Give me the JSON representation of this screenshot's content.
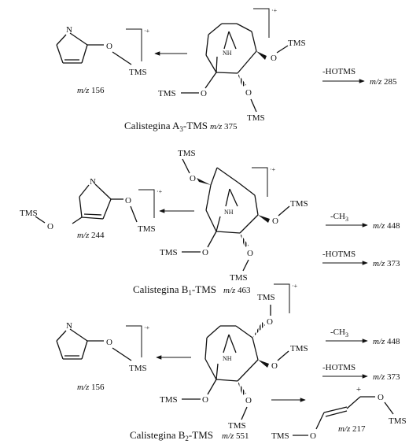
{
  "atoms": {
    "N": "N",
    "O": "O",
    "NH": "NH",
    "TMS": "TMS",
    "plus": "+",
    "radical_cation": "·+"
  },
  "sections": [
    {
      "compound_label": "Calistegina A",
      "compound_sub": "3",
      "compound_suffix": "-TMS",
      "mz_prefix": "m/z",
      "mz_value": "375",
      "fragment": {
        "mz_prefix": "m/z",
        "mz_value": "156"
      },
      "losses": [
        {
          "label": "-HOTMS",
          "mz_prefix": "m/z",
          "mz_value": "285"
        }
      ]
    },
    {
      "compound_label": "Calistegina B",
      "compound_sub": "1",
      "compound_suffix": "-TMS",
      "mz_prefix": "m/z",
      "mz_value": "463",
      "fragment": {
        "mz_prefix": "m/z",
        "mz_value": "244"
      },
      "losses": [
        {
          "label": "-CH",
          "label_sub": "3",
          "mz_prefix": "m/z",
          "mz_value": "448"
        },
        {
          "label": "-HOTMS",
          "mz_prefix": "m/z",
          "mz_value": "373"
        }
      ]
    },
    {
      "compound_label": "Calistegina B",
      "compound_sub": "2",
      "compound_suffix": "-TMS",
      "mz_prefix": "m/z",
      "mz_value": "551",
      "fragment": {
        "mz_prefix": "m/z",
        "mz_value": "156"
      },
      "losses": [
        {
          "label": "-CH",
          "label_sub": "3",
          "mz_prefix": "m/z",
          "mz_value": "448"
        },
        {
          "label": "-HOTMS",
          "mz_prefix": "m/z",
          "mz_value": "373"
        }
      ],
      "extra_fragment": {
        "mz_prefix": "m/z",
        "mz_value": "217"
      }
    }
  ]
}
